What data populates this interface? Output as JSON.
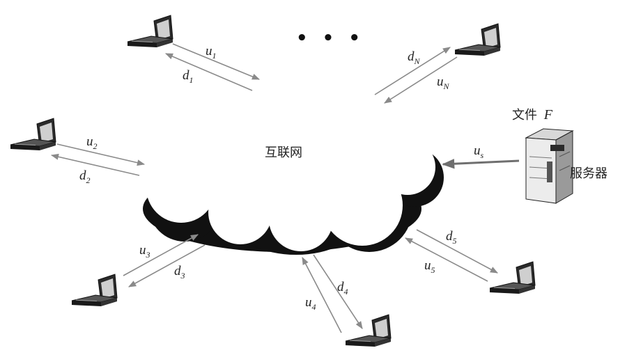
{
  "cloud": {
    "label": "互联网"
  },
  "server": {
    "file_label": "文件",
    "file_var": "F",
    "label": "服务器",
    "upload_base": "u",
    "upload_sub": "s"
  },
  "ellipsis": "• • •",
  "peers": [
    {
      "id": "1",
      "upload_base": "u",
      "upload_sub": "1",
      "download_base": "d",
      "download_sub": "1"
    },
    {
      "id": "2",
      "upload_base": "u",
      "upload_sub": "2",
      "download_base": "d",
      "download_sub": "2"
    },
    {
      "id": "3",
      "upload_base": "u",
      "upload_sub": "3",
      "download_base": "d",
      "download_sub": "3"
    },
    {
      "id": "4",
      "upload_base": "u",
      "upload_sub": "4",
      "download_base": "d",
      "download_sub": "4"
    },
    {
      "id": "5",
      "upload_base": "u",
      "upload_sub": "5",
      "download_base": "d",
      "download_sub": "5"
    },
    {
      "id": "N",
      "upload_base": "u",
      "upload_sub": "N",
      "download_base": "d",
      "download_sub": "N"
    }
  ],
  "colors": {
    "arrow": "#8a8a8a",
    "server_arrow": "#7a7a7a",
    "outline": "#111111"
  }
}
